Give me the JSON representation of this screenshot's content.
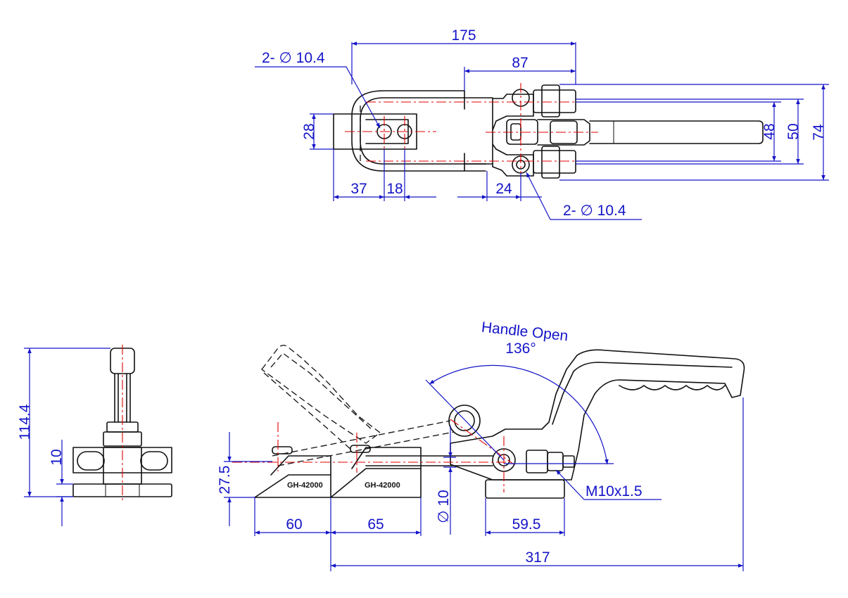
{
  "top_view": {
    "dims": {
      "overall_length": "175",
      "handle_to_end": "87",
      "hole_label_left": "2- ∅ 10.4",
      "hole_label_right": "2- ∅ 10.4",
      "base_width": "28",
      "hole_offset": "37",
      "hole_pitch": "18",
      "rear_hole_offset": "24",
      "width_48": "48",
      "width_50": "50",
      "width_74": "74"
    }
  },
  "end_view": {
    "dims": {
      "total_height": "114.4",
      "base_thickness": "10"
    }
  },
  "side_view": {
    "dims": {
      "handle_open_label": "Handle Open",
      "handle_angle": "136°",
      "height_27_5": "27.5",
      "dist_60": "60",
      "dist_65": "65",
      "pin_dia": "∅ 10",
      "dist_59_5": "59.5",
      "total_317": "317",
      "thread": "M10x1.5"
    },
    "part_markings": [
      "GH-42000",
      "GH-42000"
    ]
  },
  "colors": {
    "outline": "#111111",
    "dimension": "#1414c8",
    "centerline": "#e00000"
  }
}
